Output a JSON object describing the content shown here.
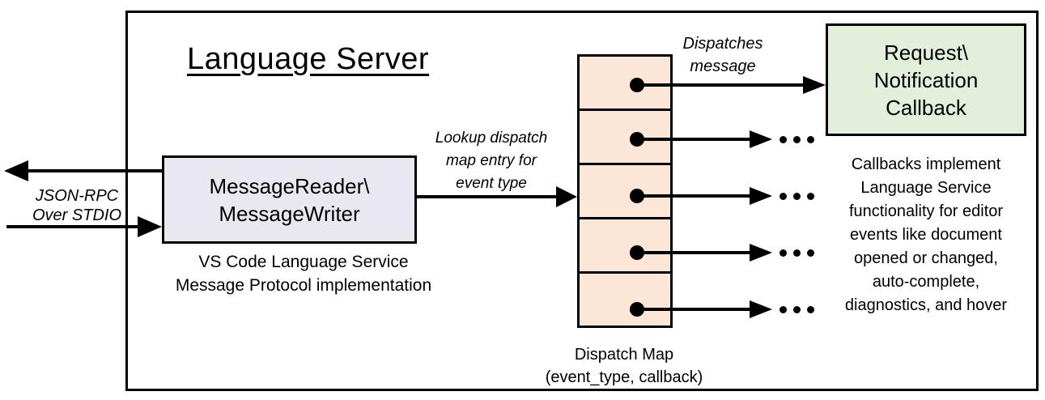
{
  "title": "Language Server",
  "io": {
    "line1": "JSON-RPC",
    "line2": "Over STDIO"
  },
  "reader": {
    "name_line1": "MessageReader\\",
    "name_line2": "MessageWriter",
    "caption_line1": "VS Code Language Service",
    "caption_line2": "Message Protocol implementation"
  },
  "lookup_label": {
    "line1": "Lookup dispatch",
    "line2": "map entry for",
    "line3": "event type"
  },
  "dispatch": {
    "label_line1": "Dispatches",
    "label_line2": "message",
    "caption_line1": "Dispatch Map",
    "caption_line2": "(event_type, callback)",
    "cell_count": 5
  },
  "callback": {
    "name_line1": "Request\\",
    "name_line2": "Notification",
    "name_line3": "Callback",
    "caption": [
      "Callbacks implement",
      "Language Service",
      "functionality for editor",
      "events like document",
      "opened or changed,",
      "auto-complete,",
      "diagnostics, and hover"
    ]
  },
  "icons": {
    "ellipsis": "..."
  },
  "colors": {
    "reader_fill": "#E9E8F0",
    "map_fill": "#FBE6D8",
    "callback_fill": "#E2EFDA",
    "line": "#000000"
  }
}
